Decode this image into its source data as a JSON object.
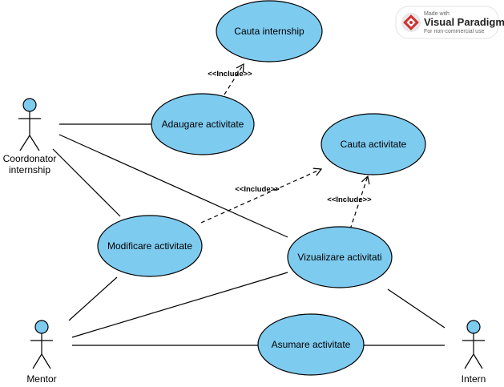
{
  "colors": {
    "usecase_fill": "#7ecbf0",
    "usecase_stroke": "#000000",
    "actor_head_fill": "#7ecbf0",
    "line": "#000000",
    "watermark_red": "#d32f2f"
  },
  "watermark": {
    "made_with": "Made with",
    "brand": "Visual Paradigm",
    "note": "For non-commercial use",
    "logo_icon": "visual-paradigm-logo-icon"
  },
  "actors": {
    "coordonator": {
      "label_line1": "Coordonator",
      "label_line2": "internship"
    },
    "mentor": {
      "label": "Mentor"
    },
    "intern": {
      "label": "Intern"
    }
  },
  "use_cases": {
    "cauta_internship": "Cauta internship",
    "adaugare_activitate": "Adaugare activitate",
    "cauta_activitate": "Cauta activitate",
    "modificare_activitate": "Modificare activitate",
    "vizualizare_activitati": "Vizualizare activitati",
    "asumare_activitate": "Asumare activitate"
  },
  "relations": {
    "include_1": "<<Include>>",
    "include_2": "<<Include>>",
    "include_3": "<<Include>>"
  }
}
